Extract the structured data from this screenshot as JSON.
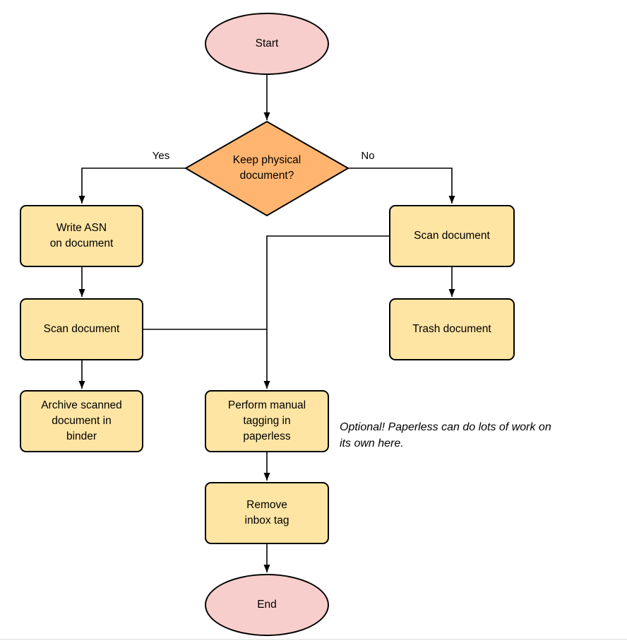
{
  "colors": {
    "terminal_fill": "#F8CECC",
    "decision_fill": "#FFB570",
    "process_fill": "#FFE5A4",
    "stroke": "#000000"
  },
  "flowchart": {
    "start": "Start",
    "decision": "Keep physical\ndocument?",
    "yes": "Yes",
    "no": "No",
    "write_asn": "Write ASN\non document",
    "scan_left": "Scan document",
    "archive": "Archive scanned\ndocument in\nbinder",
    "scan_right": "Scan document",
    "trash": "Trash document",
    "tagging": "Perform manual\ntagging in\npaperless",
    "remove_inbox": "Remove\ninbox tag",
    "end": "End",
    "note": "Optional! Paperless can do lots of work on\nits own here."
  }
}
